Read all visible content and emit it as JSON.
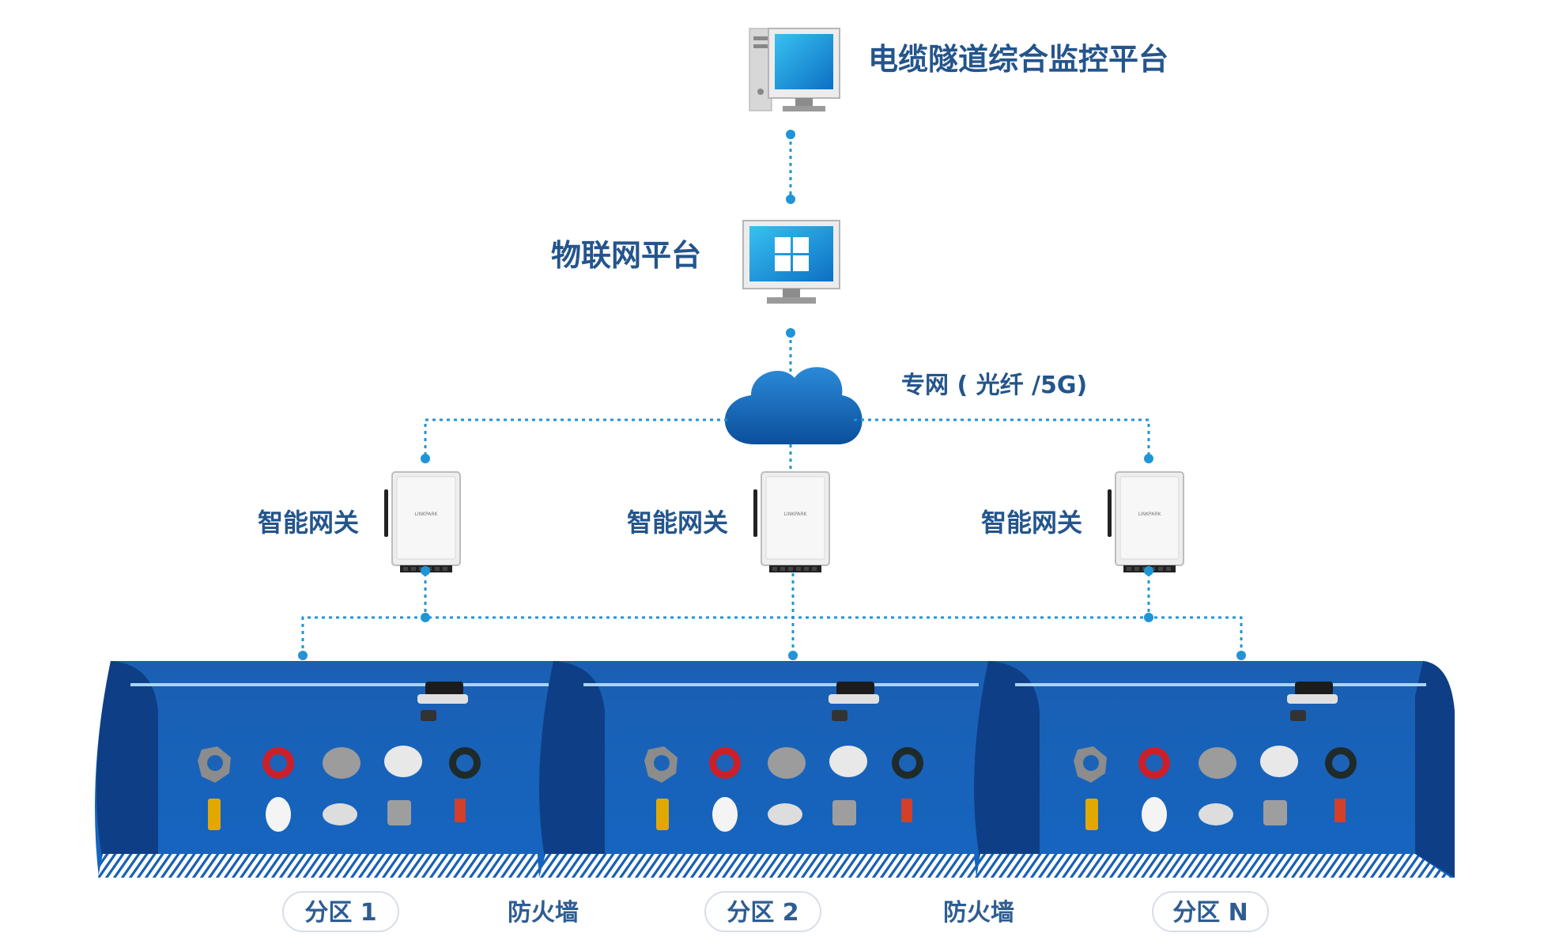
{
  "title": "电缆隧道综合监控平台",
  "iot_platform_label": "物联网平台",
  "network_label": "专网 ( 光纤 /5G)",
  "gateways": [
    {
      "label": "智能网关",
      "brand": "LINKPARK"
    },
    {
      "label": "智能网关",
      "brand": "LINKPARK"
    },
    {
      "label": "智能网关",
      "brand": "LINKPARK"
    }
  ],
  "zones": [
    {
      "label": "分区 1"
    },
    {
      "label": "分区 2"
    },
    {
      "label": "分区 N"
    }
  ],
  "firewalls": [
    {
      "label": "防火墙"
    },
    {
      "label": "防火墙"
    }
  ],
  "sensor_icons": [
    "cable-clamp-icon",
    "current-transformer-icon",
    "temperature-humidity-sensor-icon",
    "smoke-detector-icon",
    "split-core-ct-icon",
    "water-level-sensor-icon",
    "ir-detector-icon",
    "camera-icon",
    "manhole-cover-sensor-icon",
    "gas-detector-icon"
  ],
  "colors": {
    "primary_text": "#24558c",
    "tunnel_blue": "#1c63b7",
    "tunnel_dark": "#0e3f86",
    "link_dotted": "#1f95d6",
    "cloud": "#1a72c6"
  }
}
